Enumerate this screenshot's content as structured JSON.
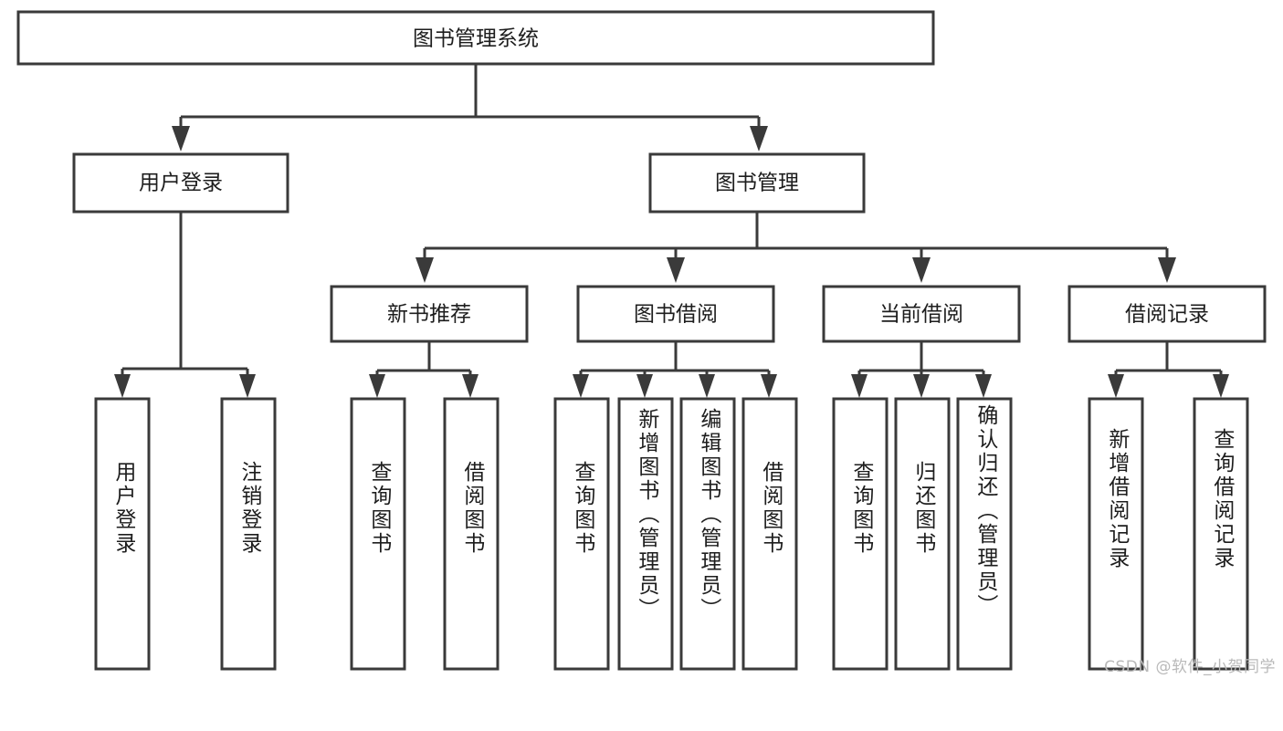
{
  "diagram": {
    "title": "图书管理系统",
    "type": "hierarchy-tree",
    "watermark": "CSDN @软件_小贺同学",
    "colors": {
      "box_fill": "#ffffff",
      "box_stroke": "#3a3a3a",
      "text": "#1d1d1d",
      "background": "#ffffff",
      "watermark": "#b9b9b9"
    },
    "root": {
      "label": "图书管理系统"
    },
    "level2": [
      {
        "label": "用户登录"
      },
      {
        "label": "图书管理"
      }
    ],
    "level3": [
      {
        "label": "新书推荐"
      },
      {
        "label": "图书借阅"
      },
      {
        "label": "当前借阅"
      },
      {
        "label": "借阅记录"
      }
    ],
    "leaves": {
      "user_login": [
        {
          "label": "用户登录"
        },
        {
          "label": "注销登录"
        }
      ],
      "new_book_recommend": [
        {
          "label": "查询图书"
        },
        {
          "label": "借阅图书"
        }
      ],
      "book_borrow": [
        {
          "label": "查询图书"
        },
        {
          "label": "新增图书（管理员）"
        },
        {
          "label": "编辑图书（管理员）"
        },
        {
          "label": "借阅图书"
        }
      ],
      "current_borrow": [
        {
          "label": "查询图书"
        },
        {
          "label": "归还图书"
        },
        {
          "label": "确认归还（管理员）"
        }
      ],
      "borrow_record": [
        {
          "label": "新增借阅记录"
        },
        {
          "label": "查询借阅记录"
        }
      ]
    }
  }
}
